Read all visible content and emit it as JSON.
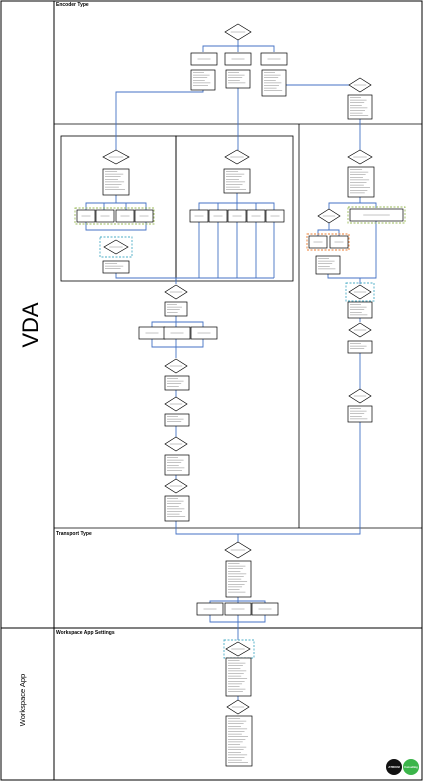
{
  "lanes": {
    "vda": "VDA",
    "workspace_app": "Workspace App"
  },
  "sections": {
    "encoder_type": "Encoder Type",
    "transport_type": "Transport Type",
    "workspace_app_settings": "Workspace App Settings"
  },
  "logos": {
    "primary": "ATRIUM",
    "secondary": "Consulting",
    "primary_color": "#111111",
    "secondary_color": "#3bb54a"
  },
  "colors": {
    "connector": "#4472c4",
    "highlight_green": "#9bbb59",
    "highlight_orange": "#ed7d31",
    "highlight_cyan": "#4bacc6"
  }
}
